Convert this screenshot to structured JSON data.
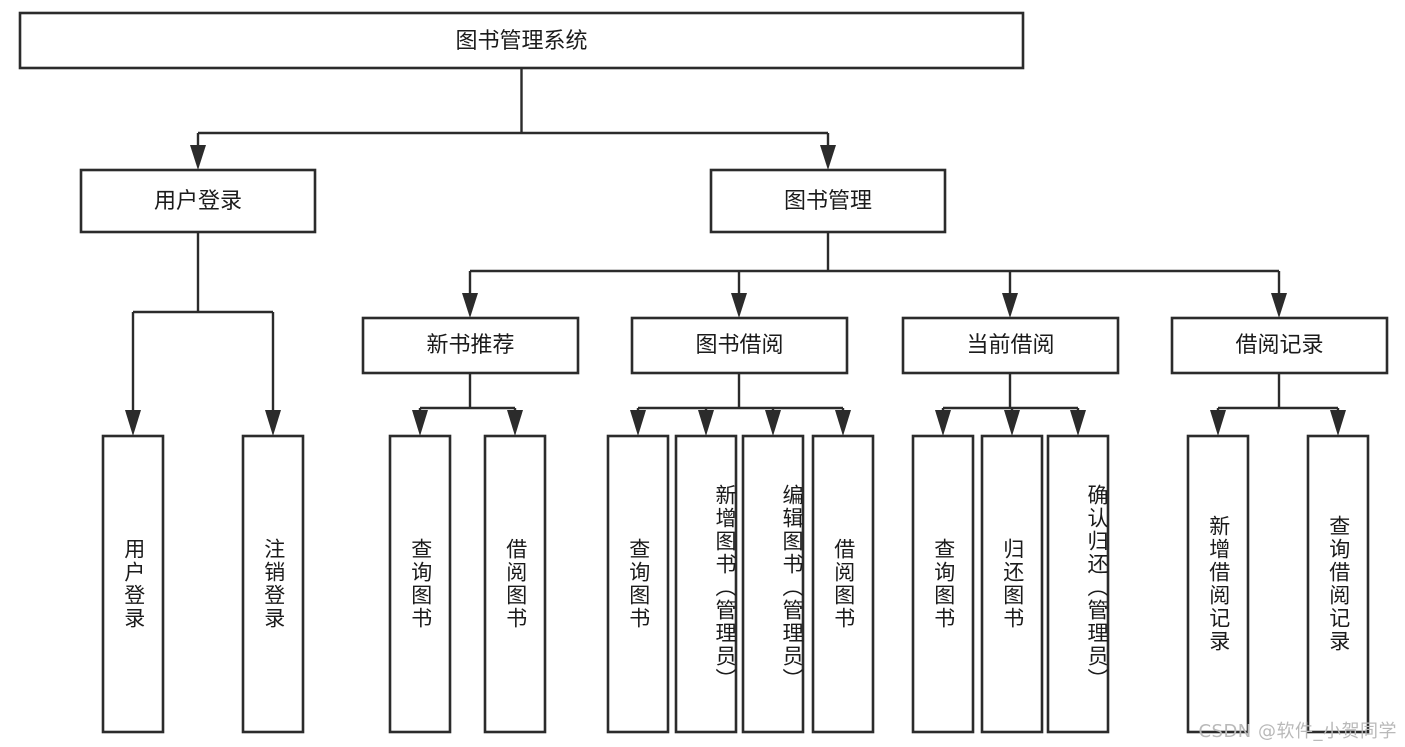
{
  "diagram": {
    "type": "tree-hierarchy-flowchart",
    "title_text": "图书管理系统",
    "orientation": "top-down",
    "colors": {
      "box_stroke": "#2b2b2b",
      "box_fill": "#ffffff",
      "connector": "#2b2b2b",
      "text": "#1b1b1b",
      "background": "#ffffff",
      "watermark": "#b9b9b9"
    },
    "root": {
      "id": "root",
      "label": "图书管理系统",
      "level": 0
    },
    "level1": [
      {
        "id": "user-login",
        "label": "用户登录",
        "level": 1
      },
      {
        "id": "book-management",
        "label": "图书管理",
        "level": 1
      }
    ],
    "level2": [
      {
        "id": "new-book-recommend",
        "label": "新书推荐",
        "level": 2,
        "parent": "book-management"
      },
      {
        "id": "book-borrow",
        "label": "图书借阅",
        "level": 2,
        "parent": "book-management"
      },
      {
        "id": "current-borrow",
        "label": "当前借阅",
        "level": 2,
        "parent": "book-management"
      },
      {
        "id": "borrow-record",
        "label": "借阅记录",
        "level": 2,
        "parent": "book-management"
      }
    ],
    "leaves": [
      {
        "id": "leaf-user-login",
        "label": "用户登录",
        "parent": "user-login"
      },
      {
        "id": "leaf-logout-login",
        "label": "注销登录",
        "parent": "user-login"
      },
      {
        "id": "leaf-query-book-1",
        "label": "查询图书",
        "parent": "new-book-recommend"
      },
      {
        "id": "leaf-borrow-book-1",
        "label": "借阅图书",
        "parent": "new-book-recommend"
      },
      {
        "id": "leaf-query-book-2",
        "label": "查询图书",
        "parent": "book-borrow"
      },
      {
        "id": "leaf-add-book",
        "label": "新增图书（管理员）",
        "parent": "book-borrow"
      },
      {
        "id": "leaf-edit-book",
        "label": "编辑图书（管理员）",
        "parent": "book-borrow"
      },
      {
        "id": "leaf-borrow-book-2",
        "label": "借阅图书",
        "parent": "book-borrow"
      },
      {
        "id": "leaf-query-book-3",
        "label": "查询图书",
        "parent": "current-borrow"
      },
      {
        "id": "leaf-return-book",
        "label": "归还图书",
        "parent": "current-borrow"
      },
      {
        "id": "leaf-confirm-return",
        "label": "确认归还（管理员）",
        "parent": "current-borrow"
      },
      {
        "id": "leaf-add-record",
        "label": "新增借阅记录",
        "parent": "borrow-record"
      },
      {
        "id": "leaf-query-record",
        "label": "查询借阅记录",
        "parent": "borrow-record"
      }
    ]
  },
  "watermark": {
    "text": "CSDN @软件_小贺同学"
  }
}
